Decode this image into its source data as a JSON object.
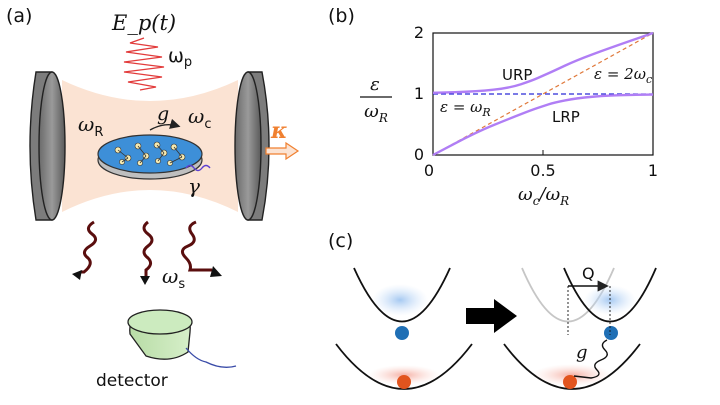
{
  "panel_a": {
    "label": "(a)",
    "pump_field": "E_p(t)",
    "pump_freq": "ω_p",
    "molecular_freq": "ω_R",
    "coupling": "g",
    "cavity_freq": "ω_c",
    "damping": "γ",
    "cavity_loss": "κ",
    "scattered_freq": "ω_s",
    "detector_label": "detector",
    "colors": {
      "cavity_glow": "#fbe3d3",
      "pump_wave": "#e23b3b",
      "kappa": "#f08030",
      "photon": "#5a0e0e",
      "detector_body": "#c6e6b8",
      "molecule_disc": "#3d8fd8"
    }
  },
  "panel_b": {
    "label": "(b)",
    "ylabel_num": "ε",
    "ylabel_den": "ω_R",
    "xlabel": "ω_c / ω_R",
    "annot_upper": "ε = 2ω_c",
    "annot_lower": "ε = ω_R",
    "urp": "URP",
    "lrp": "LRP",
    "colors": {
      "polariton": "#b07ef5",
      "diagonal": "#e0793b",
      "flat": "#2b2bd6"
    }
  },
  "panel_c": {
    "label": "(c)",
    "displacement": "Q",
    "coupling": "g",
    "colors": {
      "excited_atom": "#1f6fb5",
      "ground_atom": "#e2541e",
      "arrow": "#000000"
    }
  },
  "chart_data": {
    "type": "line",
    "title": "",
    "xlabel": "ω_c/ω_R",
    "ylabel": "ε/ω_R",
    "xlim": [
      0,
      1
    ],
    "ylim": [
      0,
      2
    ],
    "xticks": [
      "0",
      "0.5",
      "1"
    ],
    "yticks": [
      "0",
      "1",
      "2"
    ],
    "grid": false,
    "series": [
      {
        "name": "URP",
        "x": [
          0,
          0.2,
          0.35,
          0.45,
          0.5,
          0.55,
          0.65,
          0.8,
          1.0
        ],
        "values": [
          1.02,
          1.04,
          1.1,
          1.22,
          1.3,
          1.38,
          1.55,
          1.75,
          2.0
        ]
      },
      {
        "name": "LRP",
        "x": [
          0,
          0.2,
          0.35,
          0.45,
          0.5,
          0.55,
          0.65,
          0.8,
          1.0
        ],
        "values": [
          0.0,
          0.38,
          0.6,
          0.74,
          0.8,
          0.86,
          0.93,
          0.98,
          0.99
        ]
      },
      {
        "x": [
          0,
          1
        ],
        "values": [
          0,
          2
        ]
      },
      {
        "x": [
          0,
          1
        ],
        "values": [
          1,
          1
        ]
      }
    ]
  }
}
